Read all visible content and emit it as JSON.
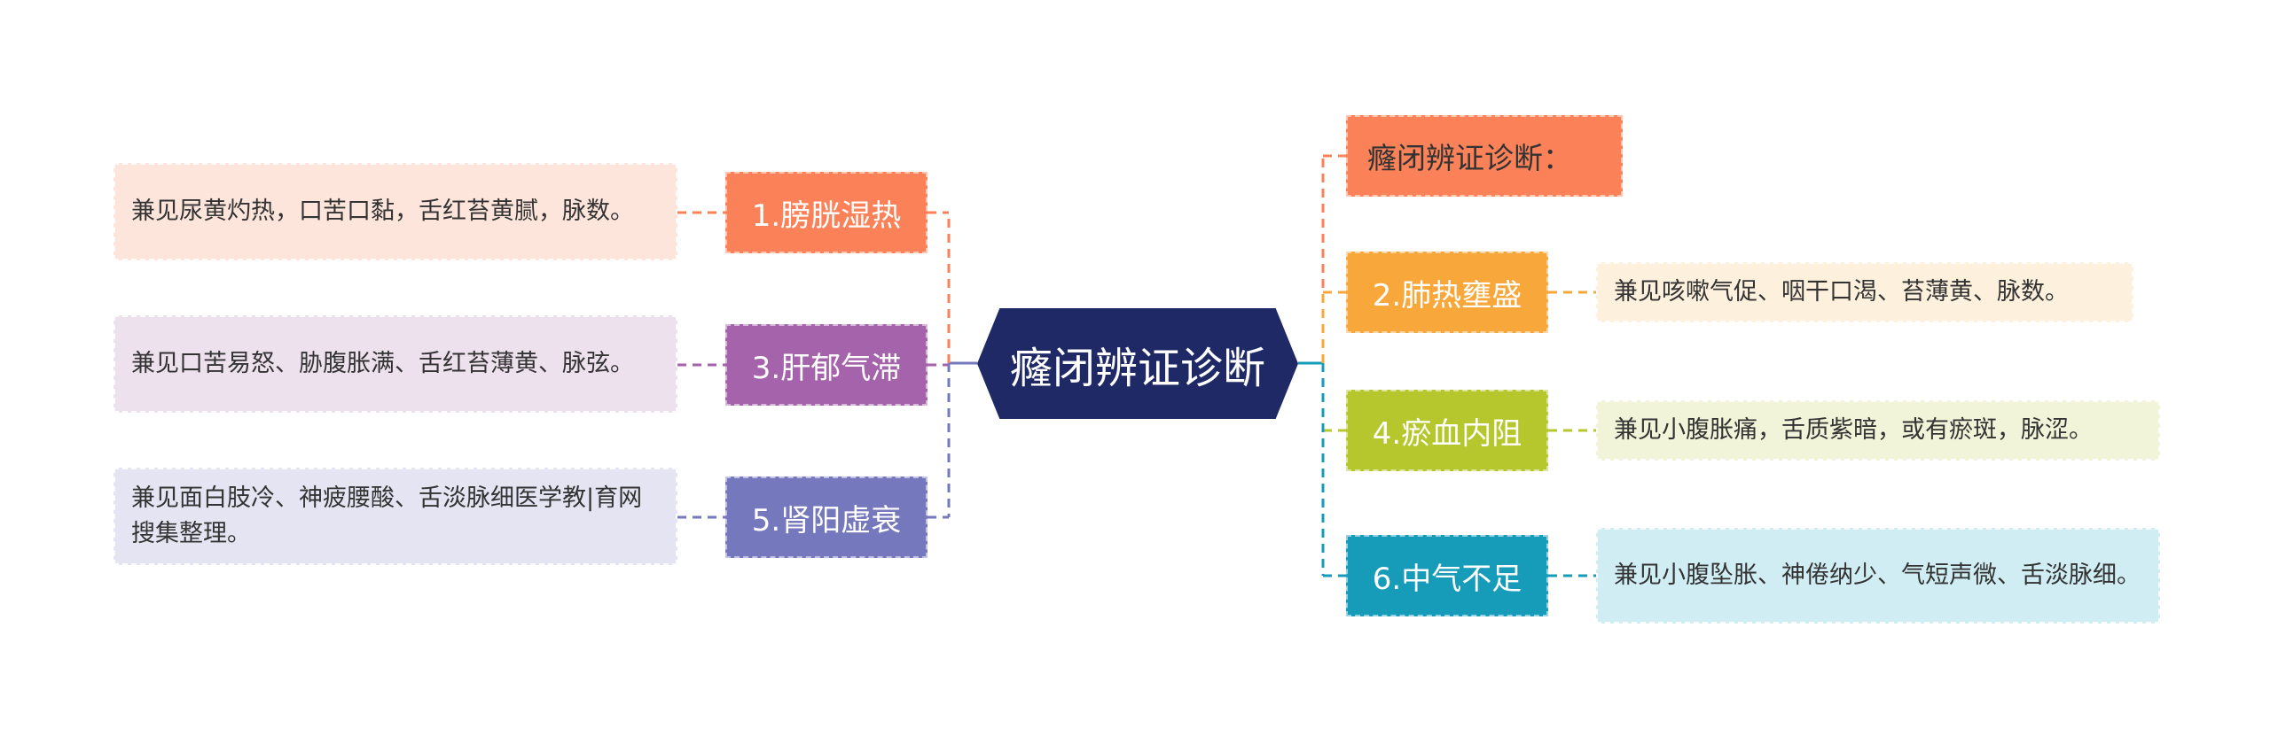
{
  "center": {
    "label": "癃闭辨证诊断",
    "color": "#1f2966"
  },
  "right_branches": [
    {
      "id": "title",
      "label": "癃闭辨证诊断：",
      "color": "#fa8158",
      "detail": null
    },
    {
      "id": "lung-heat",
      "label": "2.肺热壅盛",
      "color": "#f8a73a",
      "detail": "兼见咳嗽气促、咽干口渴、苔薄黄、脉数。",
      "detail_bg": "#fdf0dc"
    },
    {
      "id": "blood-stasis",
      "label": "4.瘀血内阻",
      "color": "#b6c72e",
      "detail": "兼见小腹胀痛，舌质紫暗，或有瘀斑，脉涩。",
      "detail_bg": "#f1f4d9"
    },
    {
      "id": "qi-deficiency",
      "label": "6.中气不足",
      "color": "#169cb8",
      "detail": "兼见小腹坠胀、神倦纳少、气短声微、舌淡脉细。",
      "detail_bg": "#d0edf4"
    }
  ],
  "left_branches": [
    {
      "id": "bladder-damp-heat",
      "label": "1.膀胱湿热",
      "color": "#fa8158",
      "detail": "兼见尿黄灼热，口苦口黏，舌红苔黄腻，脉数。",
      "detail_bg": "#fee5dc"
    },
    {
      "id": "liver-qi",
      "label": "3.肝郁气滞",
      "color": "#a463ab",
      "detail": "兼见口苦易怒、胁腹胀满、舌红苔薄黄、脉弦。",
      "detail_bg": "#ede1ee"
    },
    {
      "id": "kidney-yang",
      "label": "5.肾阳虚衰",
      "color": "#7578bd",
      "detail": "兼见面白肢冷、神疲腰酸、舌淡脉细医学教|育网搜集整理。",
      "detail_bg": "#e4e4f2"
    }
  ]
}
